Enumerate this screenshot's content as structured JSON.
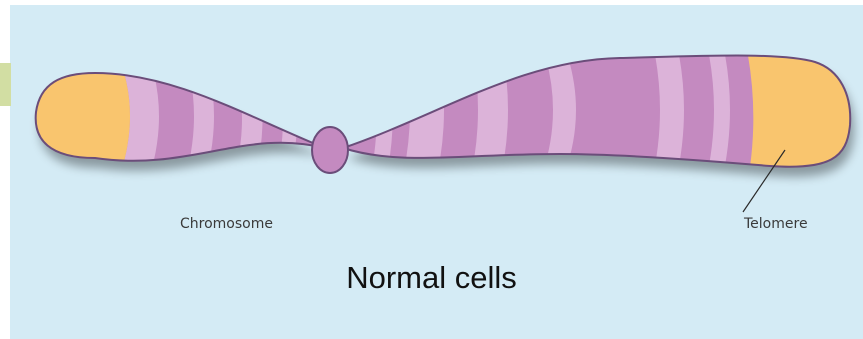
{
  "labels": {
    "chromosome": "Chromosome",
    "telomere": "Telomere"
  },
  "caption": "Normal cells",
  "colors": {
    "background": "#d4ebf5",
    "chromosome_body": "#c48ac0",
    "chromosome_band_light": "#dcb3d9",
    "telomere_cap": "#f9c56e",
    "outline": "#6b4d7a",
    "side_tab": "#d2dea3"
  }
}
